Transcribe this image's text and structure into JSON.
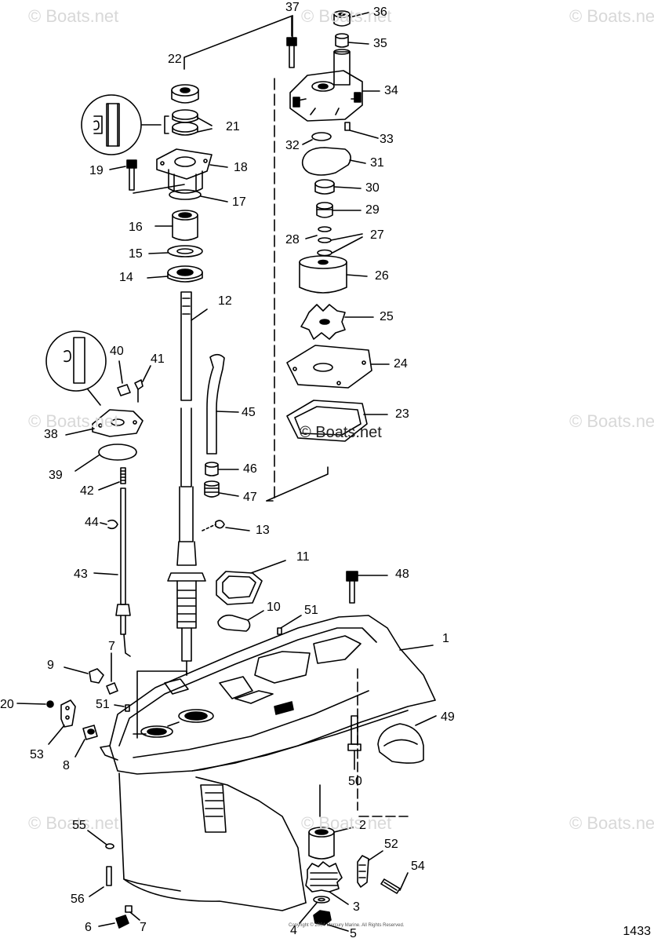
{
  "page": {
    "page_number": "1433",
    "copyright": "Copyright © 2004 Mercury Marine. All Rights Reserved."
  },
  "watermarks": {
    "text": "© Boats.net"
  },
  "callouts": {
    "c1": "1",
    "c2": "2",
    "c3": "3",
    "c4": "4",
    "c5": "5",
    "c6": "6",
    "c7a": "7",
    "c7b": "7",
    "c8": "8",
    "c9": "9",
    "c10": "10",
    "c11": "11",
    "c12": "12",
    "c13": "13",
    "c14": "14",
    "c15": "15",
    "c16": "16",
    "c17": "17",
    "c18": "18",
    "c19": "19",
    "c20": "20",
    "c21": "21",
    "c22": "22",
    "c23": "23",
    "c24": "24",
    "c25": "25",
    "c26": "26",
    "c27": "27",
    "c28": "28",
    "c29": "29",
    "c30": "30",
    "c31": "31",
    "c32": "32",
    "c33": "33",
    "c34": "34",
    "c35": "35",
    "c36": "36",
    "c37": "37",
    "c38": "38",
    "c39": "39",
    "c40": "40",
    "c41": "41",
    "c42": "42",
    "c43": "43",
    "c44": "44",
    "c45": "45",
    "c46": "46",
    "c47": "47",
    "c48": "48",
    "c49": "49",
    "c50": "50",
    "c51a": "51",
    "c51b": "51",
    "c52": "52",
    "c53": "53",
    "c54": "54",
    "c55": "55",
    "c56": "56"
  }
}
